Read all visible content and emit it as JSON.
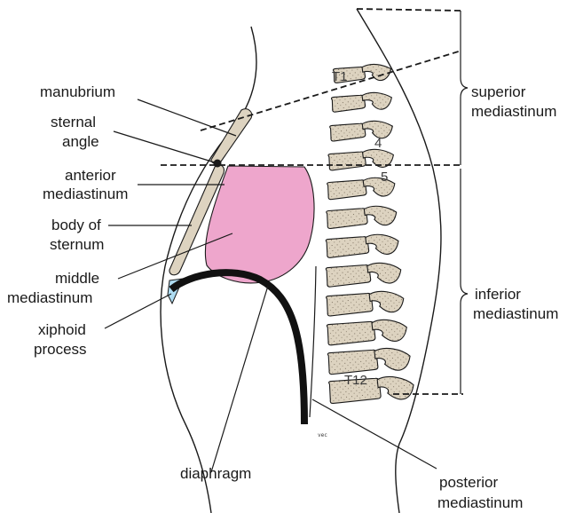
{
  "labels": {
    "manubrium": "manubrium",
    "sternal_angle_1": "sternal",
    "sternal_angle_2": "angle",
    "anterior_1": "anterior",
    "anterior_2": "mediastinum",
    "body_1": "body of",
    "body_2": "sternum",
    "middle_1": "middle",
    "middle_2": "mediastinum",
    "xiphoid_1": "xiphoid",
    "xiphoid_2": "process",
    "superior_1": "superior",
    "superior_2": "mediastinum",
    "inferior_1": "inferior",
    "inferior_2": "mediastinum",
    "diaphragm": "diaphragm",
    "posterior_1": "posterior",
    "posterior_2": "mediastinum"
  },
  "vertebra_numbers": {
    "t1": "T1",
    "four": "4",
    "five": "5",
    "t12": "T12"
  },
  "artist_initials": "vec",
  "colors": {
    "bone": "#ddd3c0",
    "middle_mediastinum": "#eea6cc",
    "xiphoid": "#aedcf2",
    "diaphragm": "#111111",
    "outline": "#1a1a1a"
  }
}
